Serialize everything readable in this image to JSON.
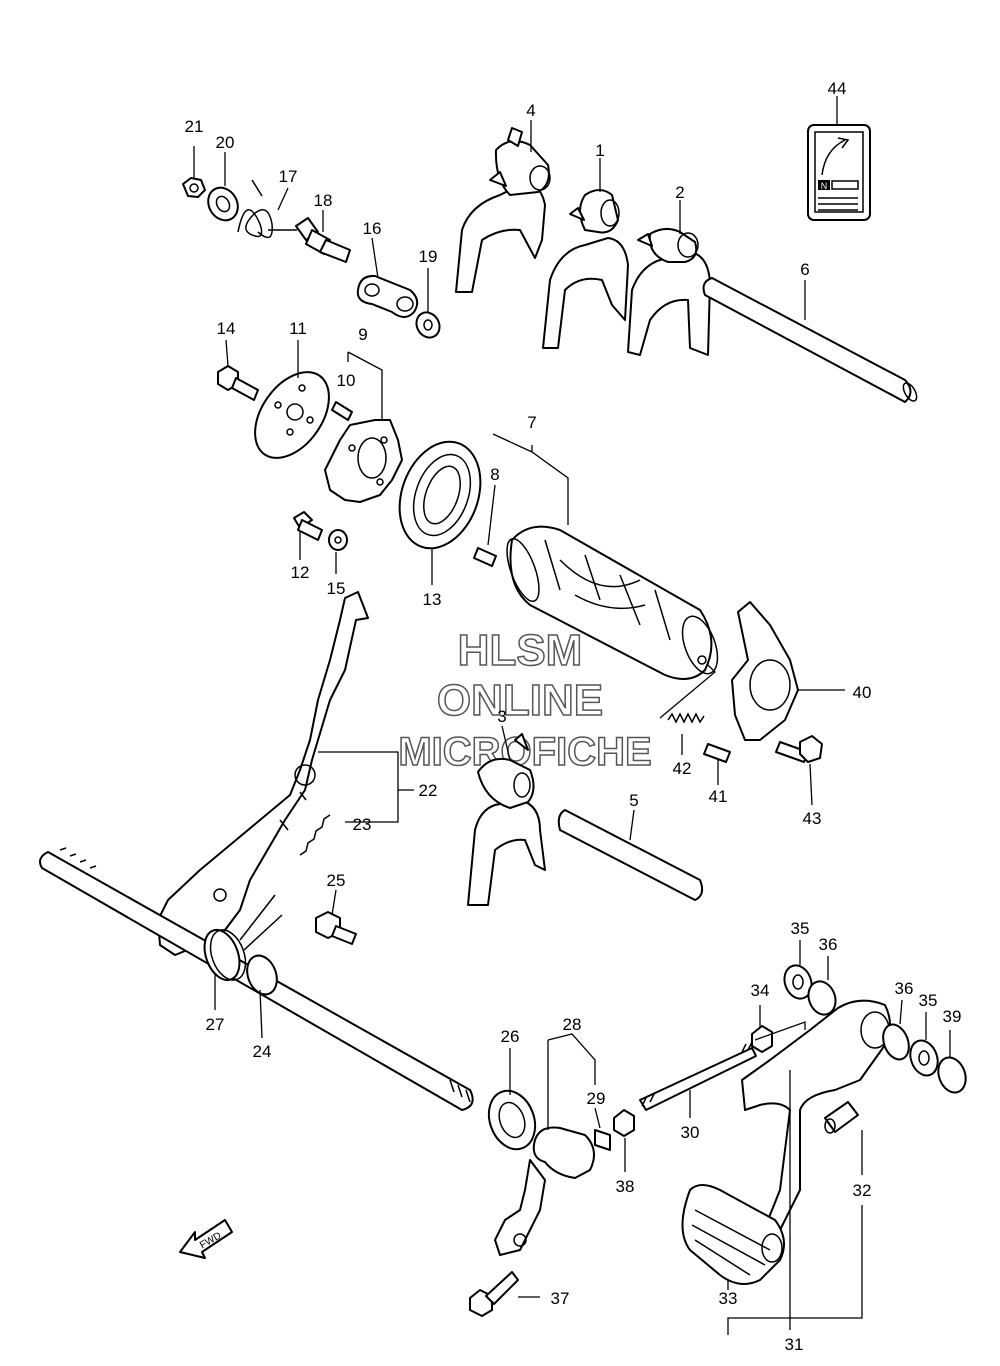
{
  "callouts": [
    "1",
    "2",
    "3",
    "4",
    "5",
    "6",
    "7",
    "8",
    "9",
    "10",
    "11",
    "12",
    "13",
    "14",
    "15",
    "16",
    "17",
    "18",
    "19",
    "20",
    "21",
    "22",
    "23",
    "24",
    "25",
    "26",
    "27",
    "28",
    "29",
    "30",
    "31",
    "32",
    "33",
    "34",
    "35",
    "35",
    "36",
    "36",
    "37",
    "38",
    "39",
    "40",
    "41",
    "42",
    "43",
    "44"
  ],
  "watermark": {
    "line1": "HLSM",
    "line2": "ONLINE",
    "line3": "MICROFICHE"
  },
  "fwd_label": "FWD",
  "label_plate_letter": "N"
}
